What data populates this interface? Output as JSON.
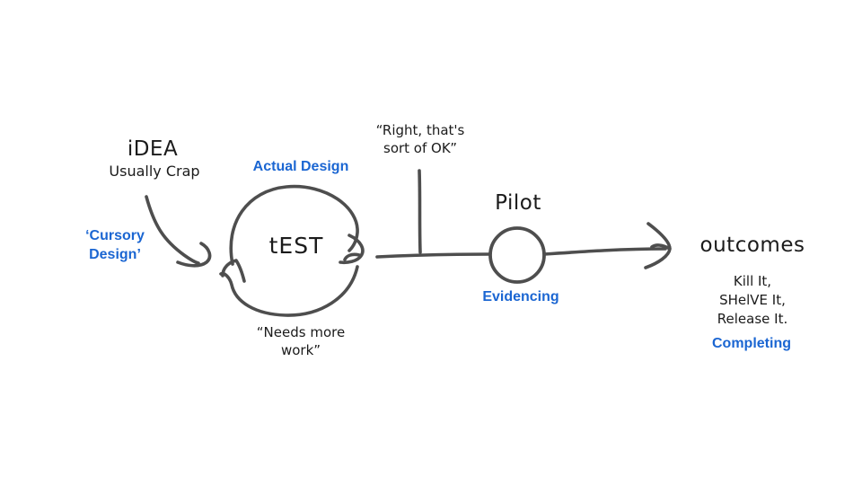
{
  "colors": {
    "ink": "#4e4e4e",
    "text": "#1b1b1b",
    "accent_blue": "#1b66d2",
    "background": "#ffffff"
  },
  "nodes": {
    "idea": {
      "title": "iDEA",
      "subtitle": "Usually Crap"
    },
    "cursory_design": {
      "label": "‘Cursory\nDesign’"
    },
    "actual_design": {
      "label": "Actual Design"
    },
    "test": {
      "label": "tEST"
    },
    "pilot": {
      "label": "Pilot"
    },
    "evidencing": {
      "label": "Evidencing"
    },
    "outcomes": {
      "title": "outcomes",
      "options": "Kill It,\nSHelVE It,\nRelease It.",
      "stage": "Completing"
    }
  },
  "annotations": {
    "needs_more_work": "“Needs more\nwork”",
    "sort_of_ok": "“Right, that's\nsort of OK”"
  }
}
